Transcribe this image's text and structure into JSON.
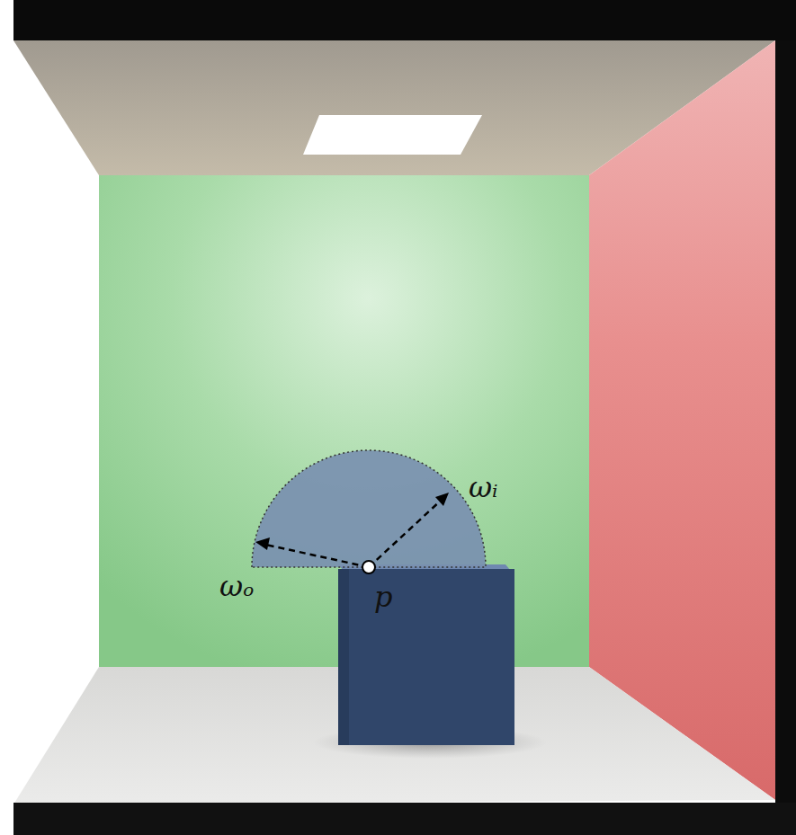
{
  "diagram": {
    "labels": [
      "ωₒ",
      "ωᵢ",
      "p"
    ]
  }
}
